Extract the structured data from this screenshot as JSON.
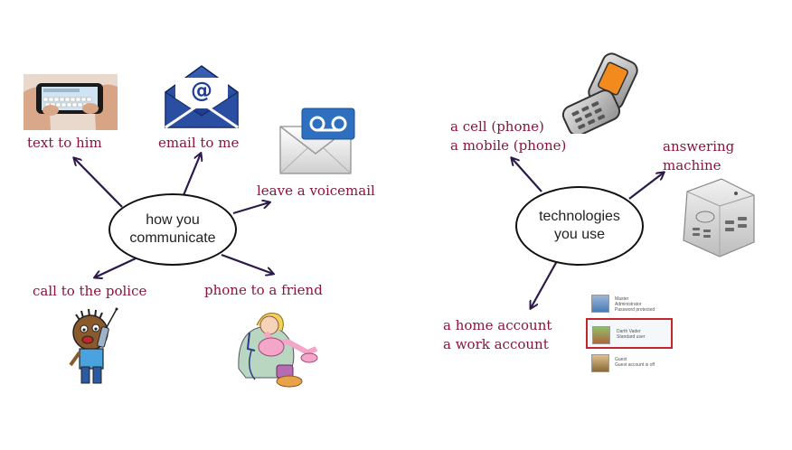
{
  "left_map": {
    "center": {
      "line1": "how you",
      "line2": "communicate"
    },
    "branches": [
      {
        "label": "text to him",
        "icon": "smartphone-texting-icon"
      },
      {
        "label": "email to me",
        "icon": "email-envelope-icon"
      },
      {
        "label": "leave a voicemail",
        "icon": "voicemail-icon"
      },
      {
        "label": "call to the police",
        "icon": "boy-on-phone-icon"
      },
      {
        "label": "phone to a friend",
        "icon": "girl-on-phone-icon"
      }
    ]
  },
  "right_map": {
    "center": {
      "line1": "technologies",
      "line2": "you use"
    },
    "branches": [
      {
        "lines": [
          "a cell (phone)",
          "a mobile (phone)"
        ],
        "icon": "flip-phone-icon"
      },
      {
        "lines": [
          "answering",
          "machine"
        ],
        "icon": "answering-machine-icon"
      },
      {
        "lines": [
          "a home account",
          "a work account"
        ],
        "icon": "user-accounts-icon"
      }
    ],
    "accounts_panel": [
      {
        "name": "Master",
        "role": "Administrator",
        "status": "Password protected",
        "selected": false
      },
      {
        "name": "Darth Vader",
        "role": "Standard user",
        "status": "",
        "selected": true
      },
      {
        "name": "Guest",
        "role": "",
        "status": "Guest account is off",
        "selected": false
      }
    ]
  },
  "colors": {
    "label": "#8a1538",
    "arrow": "#2b1a4a",
    "node_border": "#111111",
    "selection_border": "#c0272d"
  }
}
